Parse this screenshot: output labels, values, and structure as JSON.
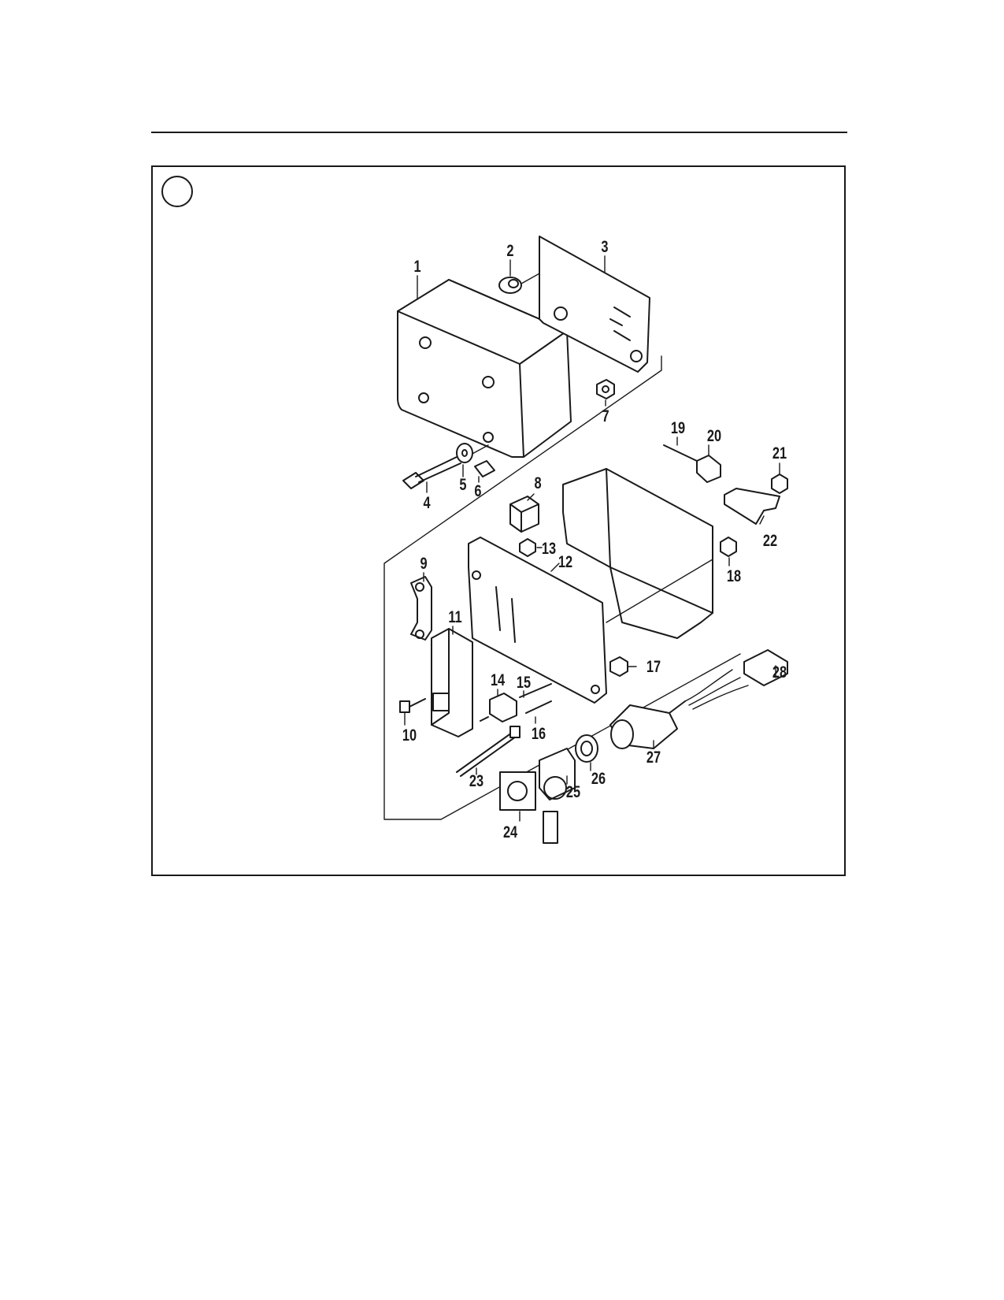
{
  "figure": {
    "callouts": [
      {
        "id": "1",
        "label": "1"
      },
      {
        "id": "2",
        "label": "2"
      },
      {
        "id": "3",
        "label": "3"
      },
      {
        "id": "4",
        "label": "4"
      },
      {
        "id": "5",
        "label": "5"
      },
      {
        "id": "6",
        "label": "6"
      },
      {
        "id": "7",
        "label": "7"
      },
      {
        "id": "8",
        "label": "8"
      },
      {
        "id": "9",
        "label": "9"
      },
      {
        "id": "10",
        "label": "10"
      },
      {
        "id": "11",
        "label": "11"
      },
      {
        "id": "12",
        "label": "12"
      },
      {
        "id": "13",
        "label": "13"
      },
      {
        "id": "14",
        "label": "14"
      },
      {
        "id": "15",
        "label": "15"
      },
      {
        "id": "16",
        "label": "16"
      },
      {
        "id": "17",
        "label": "17"
      },
      {
        "id": "18",
        "label": "18"
      },
      {
        "id": "19",
        "label": "19"
      },
      {
        "id": "20",
        "label": "20"
      },
      {
        "id": "21",
        "label": "21"
      },
      {
        "id": "22",
        "label": "22"
      },
      {
        "id": "23",
        "label": "23"
      },
      {
        "id": "24",
        "label": "24"
      },
      {
        "id": "25",
        "label": "25"
      },
      {
        "id": "26",
        "label": "26"
      },
      {
        "id": "27",
        "label": "27"
      },
      {
        "id": "28",
        "label": "28"
      }
    ]
  }
}
